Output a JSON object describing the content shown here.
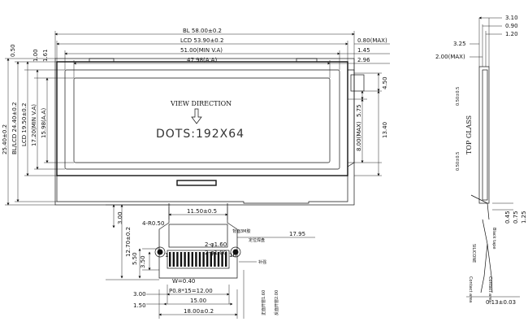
{
  "top_dims": {
    "bl": "BL 58.00±0.2",
    "lcd": "LCD 53.90±0.2",
    "va": "51.00(MIN V.A)",
    "aa": "47.98(A.A)",
    "r1": "0.80(MAX)",
    "r2": "1.45",
    "r3": "2.96"
  },
  "left_dims": {
    "d050": "0.50",
    "d100": "1.00",
    "d161": "1.61",
    "d2540": "25.40±0.2",
    "d2440": "BL/LCD 24.40±0.2",
    "d1950": "LCD 19.50±0.2",
    "d1720": "17.20(MIN V.A)",
    "d1598": "15.98(A.A)"
  },
  "right_dims": {
    "d450": "4.50",
    "d575": "5.75",
    "d800": "8.00(MAX)",
    "d1340": "13.40"
  },
  "screen": {
    "view_direction": "VIEW DIRECTION",
    "dots": "DOTS:192X64"
  },
  "fpc_dims": {
    "d1150": "11.50±0.5",
    "d300": "3.00",
    "r050": "4-R0.50",
    "back_tape": "背面3M胶",
    "hole_pins": "定位焊盘",
    "d1795": "17.95",
    "d1270": "12.70±0.2",
    "hole160": "2-φ1.60",
    "hole100": "2-φ1.00",
    "p1": "1",
    "p16": "16",
    "stiffener": "补强",
    "d500": "5.50",
    "d350": "3.50",
    "w": "W=0.40",
    "pitch": "P0.8*15=12.00",
    "d300b": "3.00",
    "d150": "1.50",
    "d1500": "15.00",
    "d1800": "18.00±0.2",
    "front_open": "正面开窗1.60",
    "back_open": "反面开窗2.00"
  },
  "side_view": {
    "d310": "3.10",
    "d090": "0.90",
    "d120": "1.20",
    "d325": "3.25",
    "d200": "2.00(MAX)",
    "top_glass": "TOP GLASS",
    "d050a": "0.50±0.5",
    "d050b": "0.50±0.5",
    "silicone": "SILICONE",
    "black_tape": "Black tape",
    "d045": "0.45",
    "d075": "0.75",
    "d125": "1.25",
    "contact_area1": "Contact area",
    "contact_area2": "Contact area",
    "d013": "0.13±0.03"
  }
}
